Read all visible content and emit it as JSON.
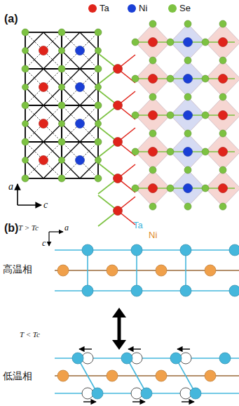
{
  "diagram": {
    "labels": [
      "(a)",
      "a",
      "c",
      "(b)",
      "T > Tc",
      "a",
      "c",
      "Ta",
      "Ni",
      "高温相",
      "T < Tc",
      "低温相"
    ],
    "legend": [
      {
        "text": "Ta",
        "color": "#e0241b"
      },
      {
        "text": "Ni",
        "color": "#1a3fd6"
      },
      {
        "text": "Se",
        "color": "#7dc242"
      }
    ]
  }
}
